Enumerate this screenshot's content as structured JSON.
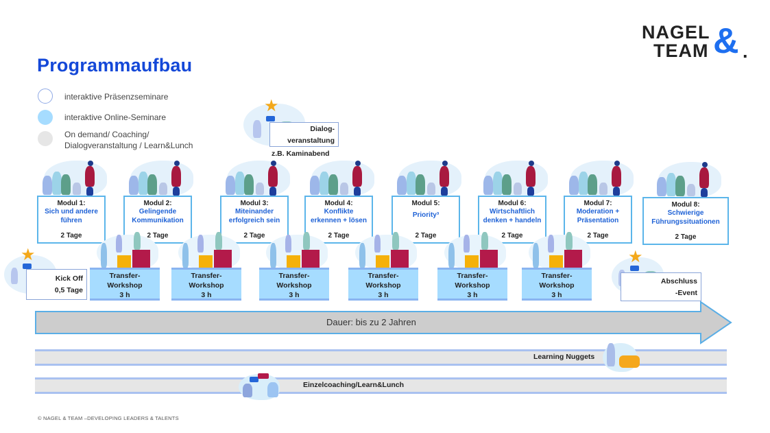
{
  "header": {
    "title": "Programmaufbau",
    "logo": {
      "line1": "NAGEL",
      "line2": "TEAM",
      "ampersand": "&",
      "dot": "."
    }
  },
  "legend": [
    {
      "label": "interaktive Präsenzseminare",
      "style": "outline",
      "color": "#8fa9e6"
    },
    {
      "label": "interaktive Online-Seminare",
      "style": "filled",
      "color": "#a6dcff"
    },
    {
      "label_line1": "On demand/ Coaching/",
      "label_line2": "Dialogveranstaltung / Learn&Lunch",
      "style": "filled",
      "color": "#e6e6e6"
    }
  ],
  "dialog_event": {
    "line1": "Dialog-",
    "line2": "veranstaltung",
    "caption": "z.B. Kaminabend"
  },
  "modules": [
    {
      "heading": "Modul 1:",
      "title_line1": "Sich und andere",
      "title_line2": "führen",
      "duration": "2 Tage"
    },
    {
      "heading": "Modul 2:",
      "title_line1": "Gelingende",
      "title_line2": "Kommunikation",
      "duration": "2 Tage"
    },
    {
      "heading": "Modul 3:",
      "title_line1": "Miteinander",
      "title_line2": "erfolgreich sein",
      "duration": "2 Tage"
    },
    {
      "heading": "Modul 4:",
      "title_line1": "Konflikte",
      "title_line2": "erkennen + lösen",
      "duration": "2 Tage"
    },
    {
      "heading": "Modul 5:",
      "title_line1": "Priority³",
      "title_line2": "",
      "duration": "2 Tage"
    },
    {
      "heading": "Modul 6:",
      "title_line1": "Wirtschaftlich",
      "title_line2": "denken + handeln",
      "duration": "2 Tage"
    },
    {
      "heading": "Modul 7:",
      "title_line1": "Moderation +",
      "title_line2": "Präsentation",
      "duration": "2 Tage"
    },
    {
      "heading": "Modul 8:",
      "title_line1": "Schwierige",
      "title_line2": "Führungssituationen",
      "duration": "2 Tage"
    }
  ],
  "kickoff": {
    "line1": "Kick Off",
    "line2": "0,5 Tage"
  },
  "transfer_workshops": [
    {
      "line1": "Transfer-",
      "line2": "Workshop",
      "duration": "3 h"
    },
    {
      "line1": "Transfer-",
      "line2": "Workshop",
      "duration": "3 h"
    },
    {
      "line1": "Transfer-",
      "line2": "Workshop",
      "duration": "3 h"
    },
    {
      "line1": "Transfer-",
      "line2": "Workshop",
      "duration": "3 h"
    },
    {
      "line1": "Transfer-",
      "line2": "Workshop",
      "duration": "3 h"
    },
    {
      "line1": "Transfer-",
      "line2": "Workshop",
      "duration": "3 h"
    }
  ],
  "closing": {
    "line1": "Abschluss",
    "line2": "-Event"
  },
  "timeline": {
    "label": "Dauer: bis zu 2 Jahren"
  },
  "lanes": [
    {
      "label": "Learning Nuggets"
    },
    {
      "label": "Einzelcoaching/Learn&Lunch"
    }
  ],
  "footer": {
    "text": "© NAGEL & TEAM  –DEVELOPING LEADERS & TALENTS"
  }
}
